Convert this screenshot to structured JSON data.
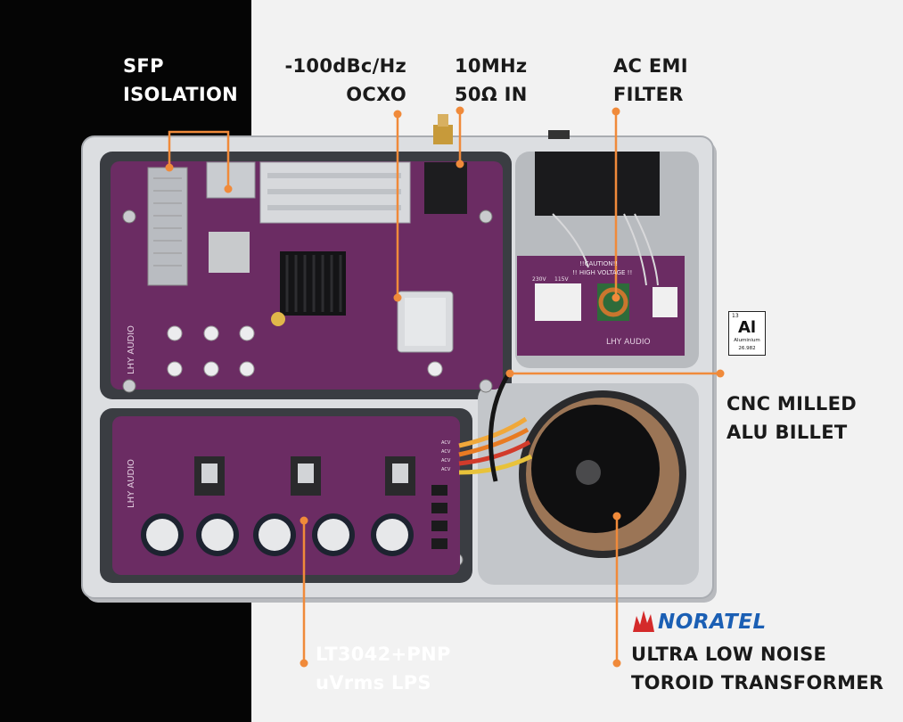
{
  "labels": {
    "sfp": [
      "SFP",
      "ISOLATION"
    ],
    "ocxo": [
      "-100dBc/Hz",
      "OCXO"
    ],
    "ref_in": [
      "10MHz",
      "50Ω IN"
    ],
    "emi": [
      "AC EMI",
      "FILTER"
    ],
    "cnc": [
      "CNC MILLED",
      "ALU BILLET"
    ],
    "lps": [
      "LT3042+PNP",
      "uVrms LPS"
    ],
    "toroid": [
      "ULTRA LOW NOISE",
      "TOROID TRANSFORMER"
    ]
  },
  "brand_logo": "NORATEL",
  "board_markings": {
    "brand": "LHY AUDIO",
    "caution": [
      "!!CAUTION!!",
      "!! HIGH VOLTAGE !!"
    ],
    "voltage_230": "230V",
    "voltage_115": "115V",
    "acv": [
      "ACV",
      "ACV",
      "ACV",
      "ACV"
    ]
  },
  "element_badge": {
    "number": "13",
    "symbol": "Al",
    "name": "Aluminium",
    "mass": "26.982"
  },
  "colors": {
    "accent": "#f08a3a",
    "left_background": "#050505",
    "right_background": "#f2f2f2",
    "pcb": "#6b2c63",
    "chassis": "#d5d7da",
    "noratel_blue": "#1b5fb4",
    "noratel_red": "#d42a2a"
  }
}
